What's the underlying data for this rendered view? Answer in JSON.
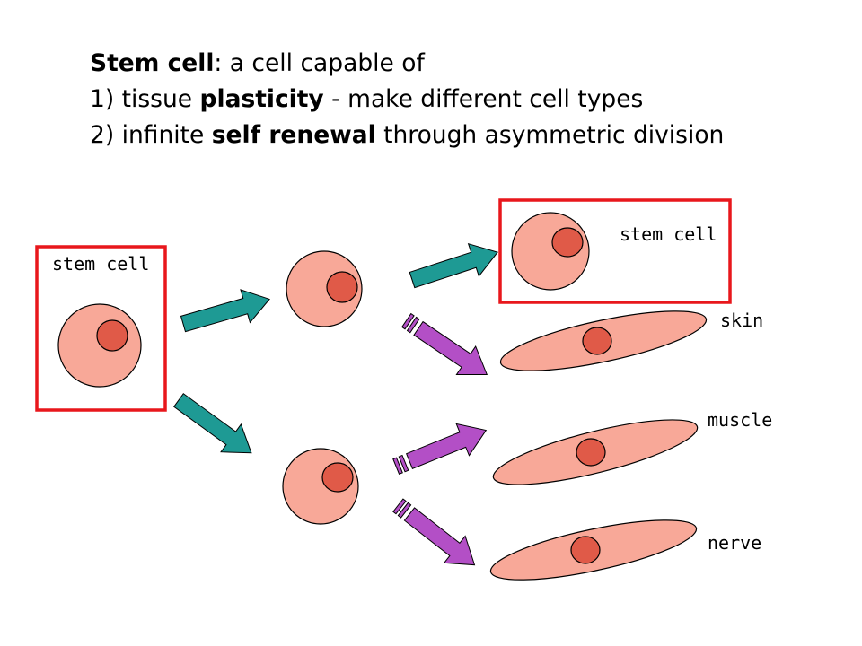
{
  "title": {
    "term": "Stem cell",
    "definition": ": a cell capable of",
    "line1_prefix": "1) tissue ",
    "line1_bold": "plasticity",
    "line1_suffix": " - make different cell types",
    "line2_prefix": "2) infinite ",
    "line2_bold": "self renewal",
    "line2_suffix": " through asymmetric division"
  },
  "labels": {
    "left_stem_cell": "stem cell",
    "top_stem_cell": "stem cell",
    "skin": "skin",
    "muscle": "muscle",
    "nerve": "nerve"
  },
  "colors": {
    "cell_body": "#F8A898",
    "nucleus": "#E05A48",
    "highlight_box": "#E8171C",
    "arrow_teal": "#1E9A94",
    "arrow_purple": "#B34FC6",
    "outline": "#000000"
  }
}
